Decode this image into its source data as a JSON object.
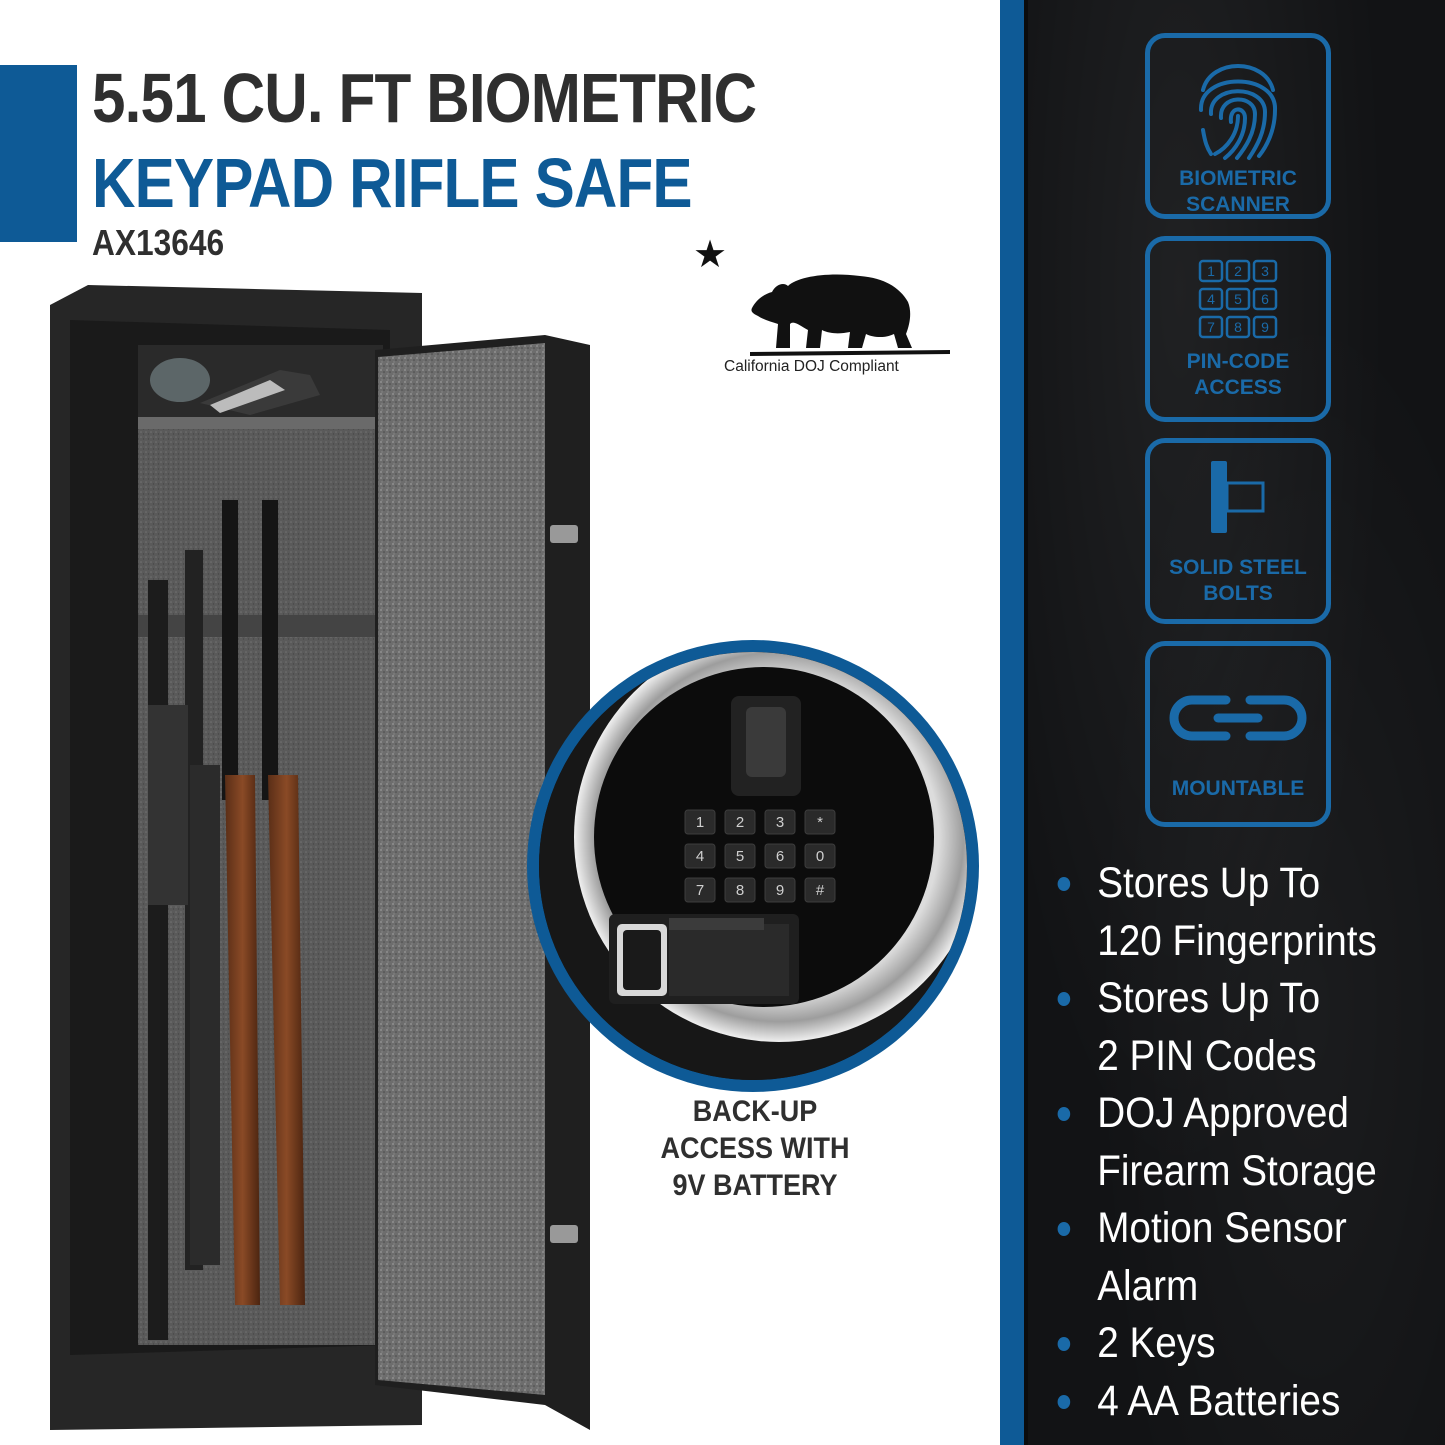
{
  "header": {
    "title_line1": "5.51 CU. FT BIOMETRIC",
    "title_line2": "KEYPAD RIFLE SAFE",
    "model": "AX13646"
  },
  "badge": {
    "star": "★",
    "label": "California DOJ Compliant",
    "icon": "california-bear-icon"
  },
  "callout": {
    "caption_line1": "BACK-UP",
    "caption_line2": "ACCESS WITH",
    "caption_line3": "9V BATTERY",
    "keypad": [
      "1",
      "2",
      "3",
      "*",
      "4",
      "5",
      "6",
      "0",
      "7",
      "8",
      "9",
      "#"
    ]
  },
  "features": [
    {
      "icon": "fingerprint-icon",
      "line1": "BIOMETRIC",
      "line2": "SCANNER"
    },
    {
      "icon": "keypad-icon",
      "keys": [
        "1",
        "2",
        "3",
        "4",
        "5",
        "6",
        "7",
        "8",
        "9"
      ],
      "line1": "PIN-CODE",
      "line2": "ACCESS"
    },
    {
      "icon": "bolt-icon",
      "line1": "SOLID STEEL",
      "line2": "BOLTS"
    },
    {
      "icon": "chain-link-icon",
      "line1": "MOUNTABLE",
      "line2": ""
    }
  ],
  "bullets": [
    {
      "line1": "Stores Up To",
      "line2": "120 Fingerprints"
    },
    {
      "line1": "Stores Up To",
      "line2": "2 PIN Codes"
    },
    {
      "line1": "DOJ Approved",
      "line2": "Firearm Storage"
    },
    {
      "line1": "Motion Sensor",
      "line2": "Alarm"
    },
    {
      "line1": "2 Keys",
      "line2": ""
    },
    {
      "line1": "4 AA Batteries",
      "line2": ""
    }
  ],
  "colors": {
    "brand_blue": "#0e5a96",
    "dark_text": "#2f2f2f",
    "panel_bg": "#101113"
  }
}
